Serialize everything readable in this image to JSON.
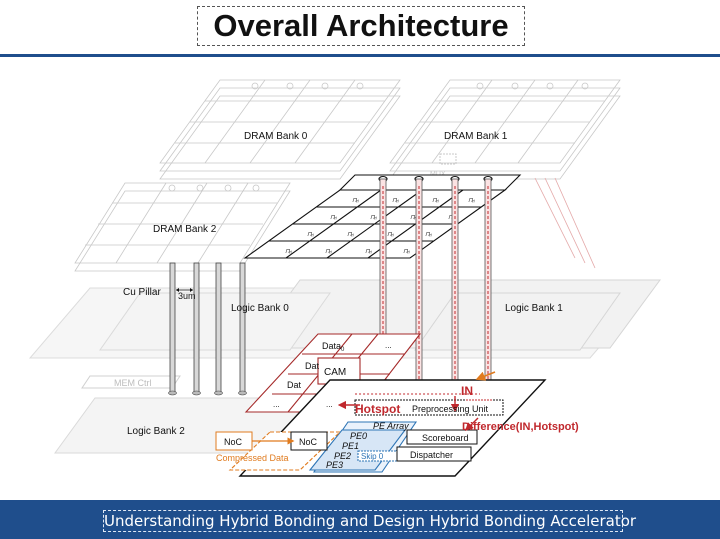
{
  "title": "Overall Architecture",
  "footer": "Understanding Hybrid Bonding and Design Hybrid Bonding Accelerator",
  "labels": {
    "dram_bank_0": "DRAM Bank 0",
    "dram_bank_1": "DRAM Bank 1",
    "dram_bank_2": "DRAM Bank 2",
    "cu_pillar": "Cu Pillar",
    "pitch": "3um",
    "logic_bank_0": "Logic Bank 0",
    "logic_bank_1": "Logic Bank 1",
    "logic_bank_2": "Logic Bank 2",
    "mem_ctrl": "MEM Ctrl",
    "data_0": "Data",
    "data_0_sub": "0",
    "data_1": "Dat",
    "data_2": "Dat",
    "cam": "CAM",
    "ellipsis": "...",
    "hotspot": "Hotspot",
    "in": "IN",
    "preprocessing_unit": "Preprocessing Unit",
    "difference": "Difference(IN,Hotspot)",
    "pe_array": "PE Array",
    "pe0": "PE0",
    "pe1": "PE1",
    "pe2": "PE2",
    "pe3": "PE3",
    "skip0": "Skip 0",
    "scoreboard": "Scoreboard",
    "dispatcher": "Dispatcher",
    "noc_left": "NoC",
    "noc_right": "NoC",
    "compressed_data": "Compressed Data"
  },
  "colors": {
    "brand_blue": "#1f4e8c",
    "hotspot_red": "#c0282d",
    "data_red": "#a52a2a",
    "pe_blue": "#2e75b6",
    "noc_orange": "#e07b1f",
    "faded_gray": "#c8c8c8"
  }
}
